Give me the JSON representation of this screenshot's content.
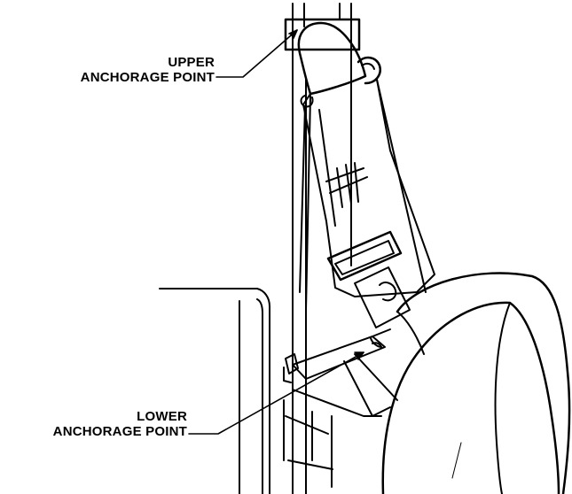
{
  "callouts": {
    "upper": {
      "line1": "UPPER",
      "line2": "ANCHORAGE POINT"
    },
    "lower": {
      "line1": "LOWER",
      "line2": "ANCHORAGE POINT"
    }
  },
  "colors": {
    "ink": "#000000",
    "paper": "#ffffff"
  }
}
